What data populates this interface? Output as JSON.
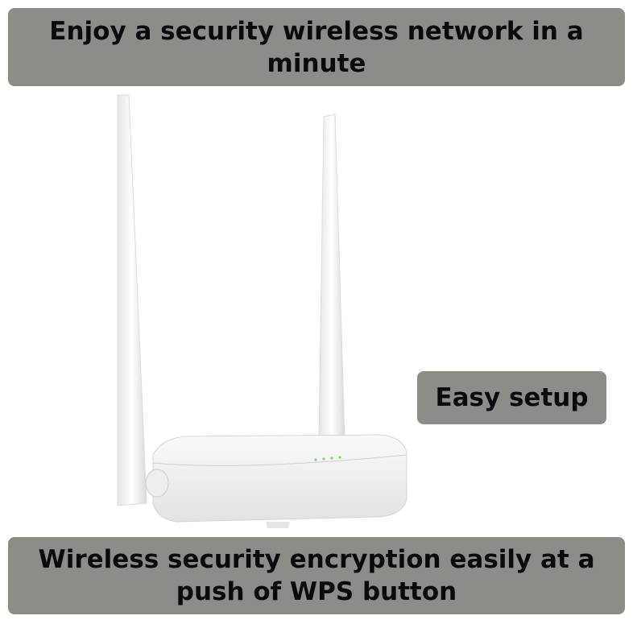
{
  "banners": {
    "top": "Enjoy a security wireless network in a minute",
    "middle": "Easy setup",
    "bottom": "Wireless security encryption easily at a push of WPS button"
  },
  "colors": {
    "banner_bg": "#8c8c89",
    "led": "#7fd66a"
  }
}
